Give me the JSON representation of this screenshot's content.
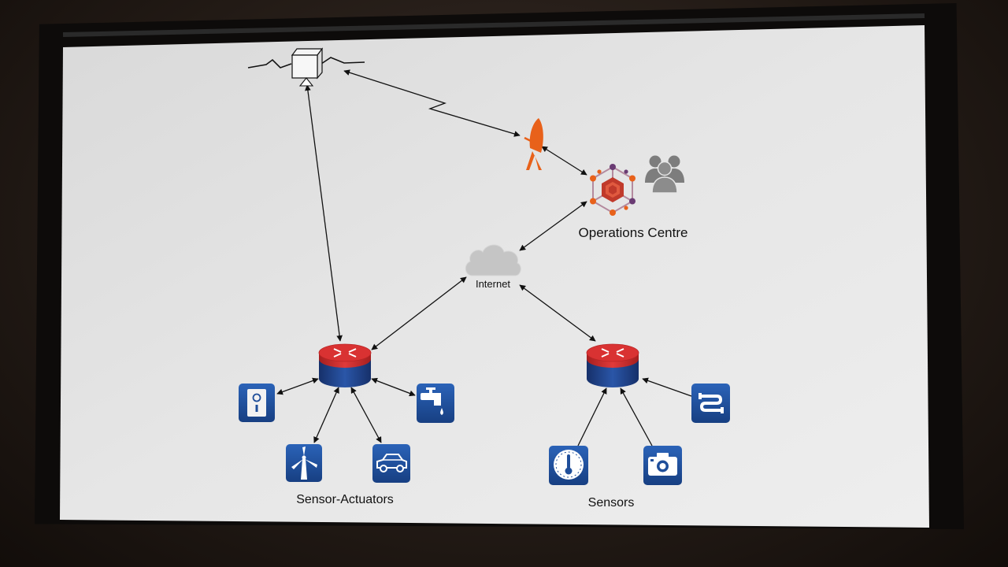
{
  "labels": {
    "internet": "Internet",
    "operations_centre": "Operations Centre",
    "sensor_actuators": "Sensor-Actuators",
    "sensors": "Sensors"
  },
  "nodes": [
    {
      "id": "satellite",
      "icon": "satellite-icon"
    },
    {
      "id": "ground-station",
      "icon": "satellite-dish-icon"
    },
    {
      "id": "operations-centre",
      "icon": "hexagon-network-icon"
    },
    {
      "id": "operators",
      "icon": "people-group-icon"
    },
    {
      "id": "internet",
      "icon": "cloud-icon"
    },
    {
      "id": "router-left",
      "icon": "router-icon"
    },
    {
      "id": "router-right",
      "icon": "router-icon"
    },
    {
      "id": "smart-lock",
      "icon": "smart-lock-icon"
    },
    {
      "id": "water-tap",
      "icon": "water-tap-icon"
    },
    {
      "id": "wind-turbine",
      "icon": "wind-turbine-icon"
    },
    {
      "id": "car",
      "icon": "car-icon"
    },
    {
      "id": "thermometer",
      "icon": "thermometer-icon"
    },
    {
      "id": "camera",
      "icon": "camera-icon"
    },
    {
      "id": "pipe-sensor",
      "icon": "pipe-sensor-icon"
    }
  ],
  "colors": {
    "device_blue": "#1f4e9a",
    "router_red": "#cf2e2e",
    "router_blue": "#1c3f86",
    "dish_orange": "#e8611a",
    "hexagon_red": "#c03a2b",
    "hexagon_purple": "#6a3b73",
    "people_gray": "#7d7d7d",
    "cloud_gray": "#c5c5c5",
    "screen_background": "#e6e6e6"
  }
}
